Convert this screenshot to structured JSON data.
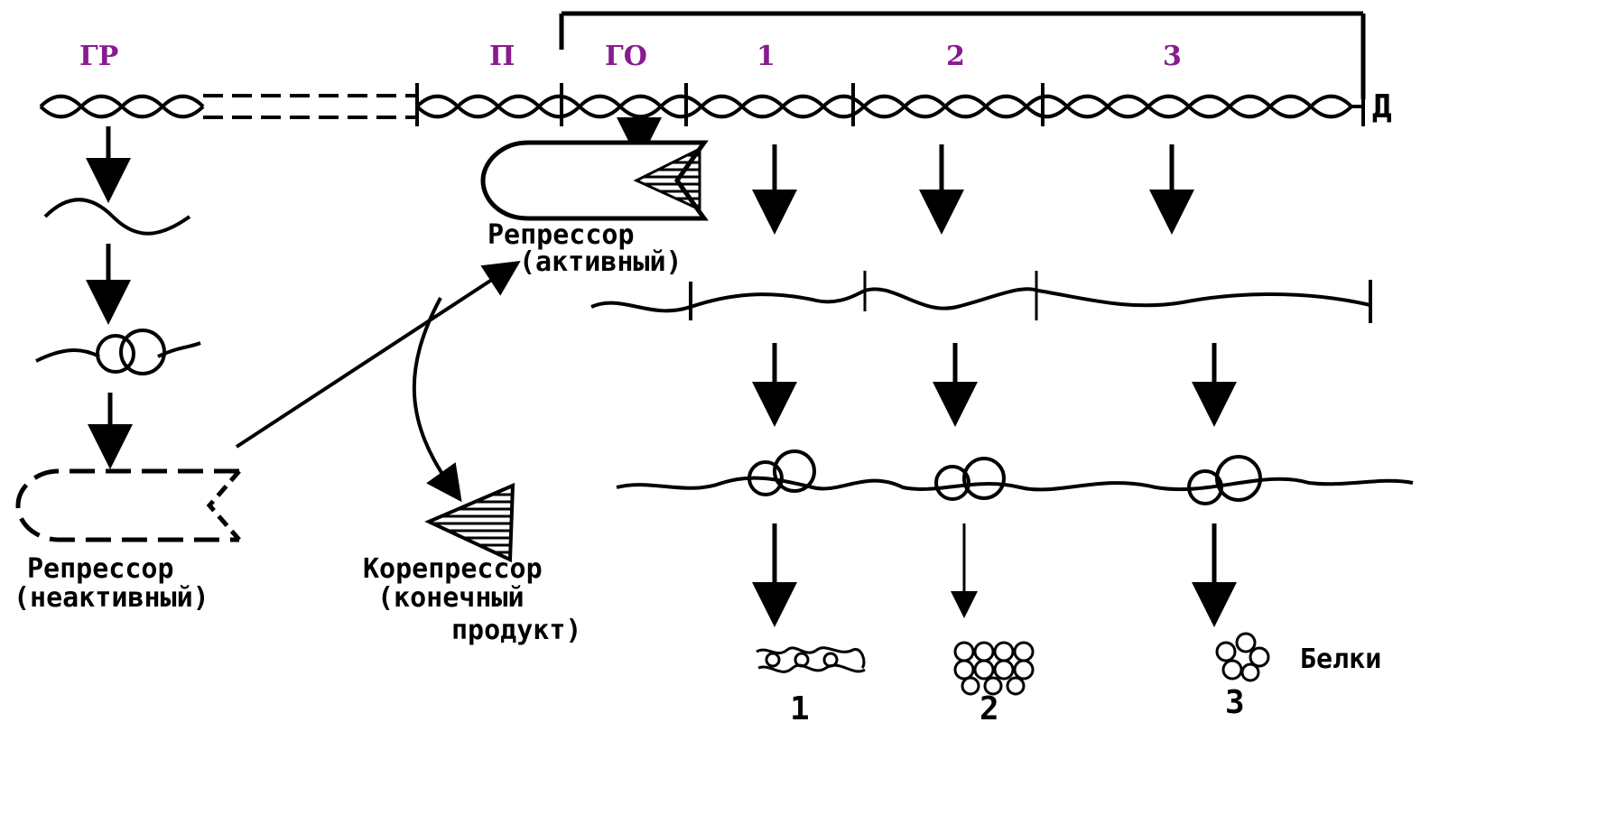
{
  "diagram": {
    "regions": {
      "regulator": "ГР",
      "promoter": "П",
      "operator": "ГО",
      "gene1": "1",
      "gene2": "2",
      "gene3": "3"
    },
    "dna_label": "Д",
    "repressor_active": [
      "Репрессор",
      "(активный)"
    ],
    "repressor_inactive": [
      "Репрессор",
      "(неактивный)"
    ],
    "corepressor": [
      "Корепрессор",
      "(конечный",
      "продукт)"
    ],
    "proteins_label": "Белки",
    "protein_numbers": [
      "1",
      "2",
      "3"
    ]
  }
}
